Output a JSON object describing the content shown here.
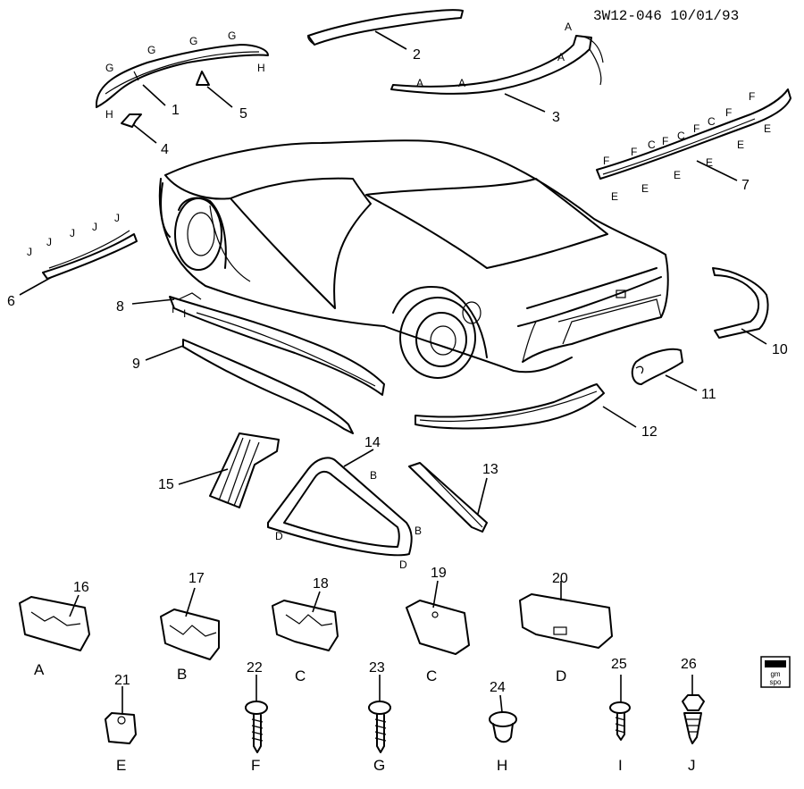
{
  "header": {
    "drawing_ref": "3W12-046 10/01/93"
  },
  "callouts": {
    "c1": "1",
    "c2": "2",
    "c3": "3",
    "c4": "4",
    "c5": "5",
    "c6": "6",
    "c7": "7",
    "c8": "8",
    "c9": "9",
    "c10": "10",
    "c11": "11",
    "c12": "12",
    "c13": "13",
    "c14": "14",
    "c15": "15",
    "c16": "16",
    "c17": "17",
    "c18": "18",
    "c19": "19",
    "c20": "20",
    "c21": "21",
    "c22": "22",
    "c23": "23",
    "c24": "24",
    "c25": "25",
    "c26": "26"
  },
  "letters": {
    "A": "A",
    "B": "B",
    "C": "C",
    "D": "D",
    "E": "E",
    "F": "F",
    "G": "G",
    "H": "H",
    "I": "I",
    "J": "J"
  },
  "fastener_labels": {
    "p16": "A",
    "p17": "B",
    "p18": "C",
    "p19": "C",
    "p20": "D",
    "p21": "E",
    "p22": "F",
    "p23": "G",
    "p24": "H",
    "p25": "I",
    "p26": "J"
  },
  "logo": {
    "line1": "gm",
    "line2": "spo"
  }
}
